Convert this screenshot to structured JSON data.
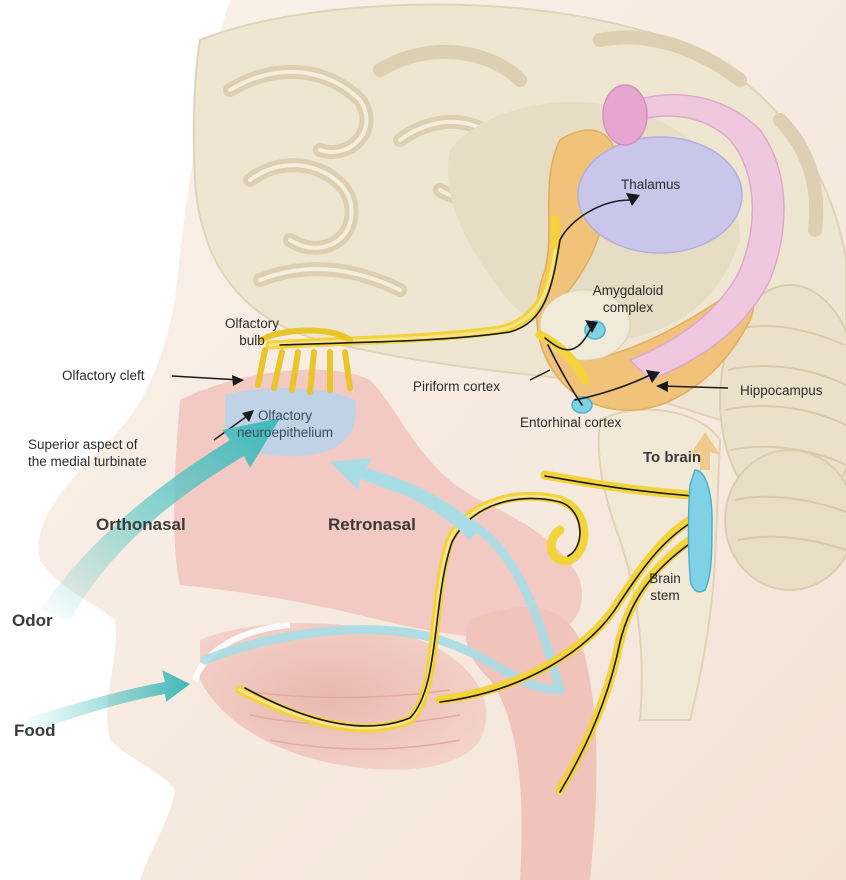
{
  "diagram": {
    "labels": {
      "olfactory_bulb": "Olfactory\nbulb",
      "olfactory_cleft": "Olfactory cleft",
      "olfactory_neuroepithelium": "Olfactory\nneuroepithelium",
      "superior_aspect": "Superior aspect of\nthe medial turbinate",
      "thalamus": "Thalamus",
      "amygdaloid_complex": "Amygdaloid\ncomplex",
      "piriform_cortex": "Piriform cortex",
      "hippocampus": "Hippocampus",
      "entorhinal_cortex": "Entorhinal cortex",
      "to_brain": "To brain",
      "brain_stem": "Brain\nstem",
      "orthonasal": "Orthonasal",
      "retronasal": "Retronasal",
      "odor": "Odor",
      "food": "Food"
    },
    "colors": {
      "brain": "#efe6d2",
      "brain_fold": "#e2d6bc",
      "skin": "#f6ebe3",
      "nasal_cavity": "#f2c9c3",
      "nerve": "#f2d33a",
      "thalamus": "#c9c6ea",
      "hippocampus": "#f0c27a",
      "fornix": "#efc7df",
      "airflow": "#5fc8c8",
      "brainstem_nucleus": "#7fd1e6"
    }
  }
}
